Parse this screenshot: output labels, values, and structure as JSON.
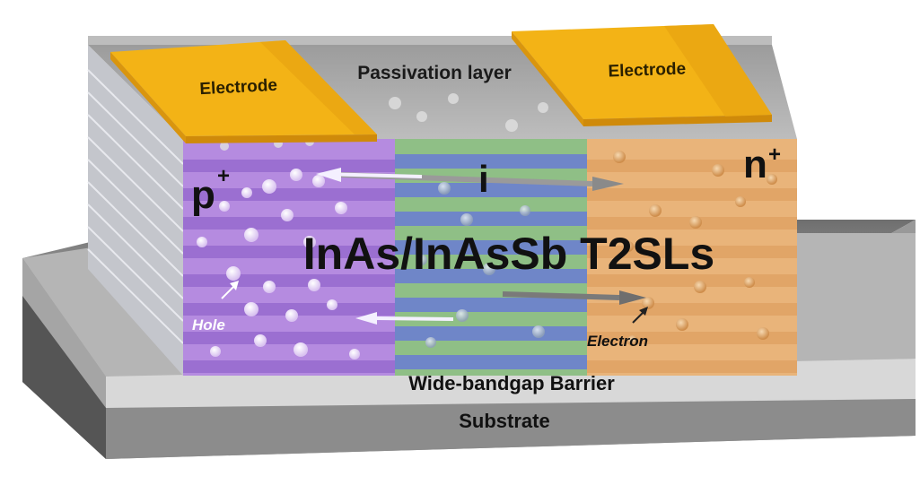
{
  "labels": {
    "electrode_left": "Electrode",
    "electrode_right": "Electrode",
    "passivation": "Passivation layer",
    "p_region": "p",
    "i_region": "i",
    "n_region": "n",
    "superscript_plus": "+",
    "material": "InAs/InAsSb T2SLs",
    "hole": "Hole",
    "electron": "Electron",
    "barrier": "Wide-bandgap Barrier",
    "substrate": "Substrate"
  },
  "colors": {
    "electrode": "#f3b316",
    "p_region": "#b58be0",
    "i_region_green": "#8fbf86",
    "i_region_blue": "#6f86c8",
    "n_region": "#e9b47a",
    "passivation": "#a9a9a9",
    "barrier": "#d6d6d6",
    "substrate": "#7a7a7a"
  }
}
